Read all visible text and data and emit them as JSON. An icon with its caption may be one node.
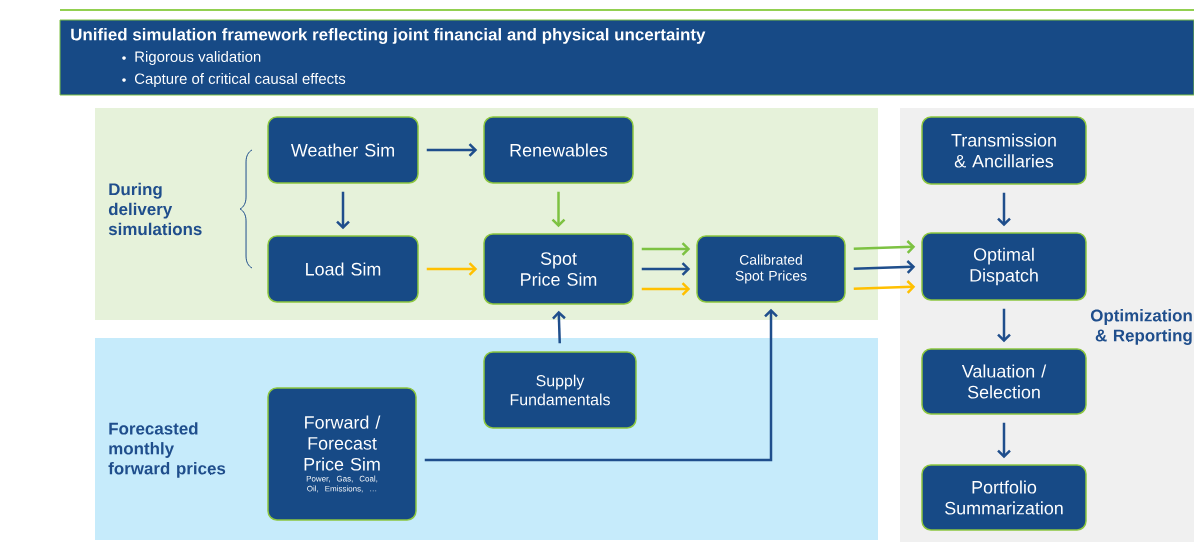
{
  "diagram": {
    "nodes": [
      {
        "text": [
          "Unified simulation framework reflecting joint financial and physical uncertainty",
          "Rigorous validation",
          "Capture of critical causal effects"
        ]
      },
      {
        "text": [
          "During delivery simulations"
        ]
      },
      {
        "text": [
          "Weather Sim"
        ],
        "in": 1
      },
      {
        "text": [
          "Renewables"
        ],
        "in": 1
      },
      {
        "text": [
          "Load Sim"
        ],
        "in": 1
      },
      {
        "text": [
          "Spot Price Sim"
        ],
        "in": 1
      },
      {
        "text": [
          "Calibrated Spot Prices"
        ],
        "in": 1
      },
      {
        "text": [
          "Forecasted monthly forward prices"
        ]
      },
      {
        "text": [
          "Supply Fundamentals"
        ],
        "in": 7
      },
      {
        "text": [
          "Forward / Forecast Price Sim",
          "Power, Gas, Coal, Oil, Emissions, …"
        ],
        "in": 7
      },
      {
        "text": [
          "Optimization & Reporting"
        ]
      },
      {
        "text": [
          "Transmission & Ancillaries"
        ],
        "in": 10
      },
      {
        "text": [
          "Optimal Dispatch"
        ],
        "in": 10
      },
      {
        "text": [
          "Valuation / Selection"
        ],
        "in": 10
      },
      {
        "text": [
          "Portfolio Summarization"
        ],
        "in": 10
      }
    ],
    "edges": [
      {
        "from": 2,
        "to": 3,
        "arrow": "to"
      },
      {
        "from": 2,
        "to": 4,
        "arrow": "to"
      },
      {
        "from": 3,
        "to": 5,
        "arrow": "to",
        "color": "#7dc242"
      },
      {
        "from": 4,
        "to": 5,
        "arrow": "to",
        "color": "#ffc000"
      },
      {
        "from": 5,
        "to": 6,
        "arrow": "to",
        "color": "#7dc242"
      },
      {
        "from": 5,
        "to": 6,
        "arrow": "to"
      },
      {
        "from": 5,
        "to": 6,
        "arrow": "to",
        "color": "#ffc000"
      },
      {
        "from": 8,
        "to": 5,
        "arrow": "to"
      },
      {
        "from": 9,
        "to": 6,
        "arrow": "to"
      },
      {
        "from": 6,
        "to": 12,
        "arrow": "to",
        "color": "#7dc242"
      },
      {
        "from": 6,
        "to": 12,
        "arrow": "to"
      },
      {
        "from": 6,
        "to": 12,
        "arrow": "to",
        "color": "#ffc000"
      },
      {
        "from": 11,
        "to": 12,
        "arrow": "to"
      },
      {
        "from": 12,
        "to": 13,
        "arrow": "to"
      },
      {
        "from": 13,
        "to": 14,
        "arrow": "to"
      }
    ]
  }
}
